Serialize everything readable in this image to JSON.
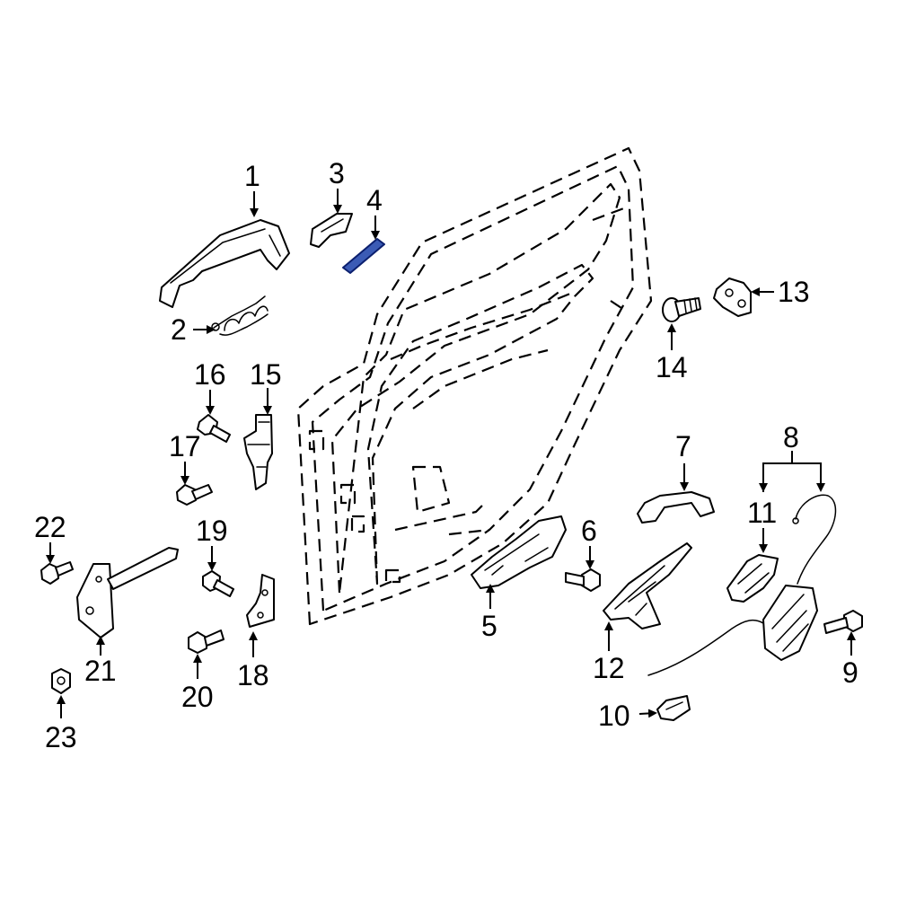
{
  "colors": {
    "highlight": "#3b5bb5",
    "line": "#000000",
    "background": "#ffffff"
  },
  "callouts": [
    {
      "id": "c1",
      "text": "1"
    },
    {
      "id": "c2",
      "text": "2"
    },
    {
      "id": "c3",
      "text": "3"
    },
    {
      "id": "c4",
      "text": "4"
    },
    {
      "id": "c5",
      "text": "5"
    },
    {
      "id": "c6",
      "text": "6"
    },
    {
      "id": "c7",
      "text": "7"
    },
    {
      "id": "c8",
      "text": "8"
    },
    {
      "id": "c9",
      "text": "9"
    },
    {
      "id": "c10",
      "text": "10"
    },
    {
      "id": "c11",
      "text": "11"
    },
    {
      "id": "c12",
      "text": "12"
    },
    {
      "id": "c13",
      "text": "13"
    },
    {
      "id": "c14",
      "text": "14"
    },
    {
      "id": "c15",
      "text": "15"
    },
    {
      "id": "c16",
      "text": "16"
    },
    {
      "id": "c17",
      "text": "17"
    },
    {
      "id": "c18",
      "text": "18"
    },
    {
      "id": "c19",
      "text": "19"
    },
    {
      "id": "c20",
      "text": "20"
    },
    {
      "id": "c21",
      "text": "21"
    },
    {
      "id": "c22",
      "text": "22"
    },
    {
      "id": "c23",
      "text": "23"
    }
  ],
  "highlighted_part": "4"
}
